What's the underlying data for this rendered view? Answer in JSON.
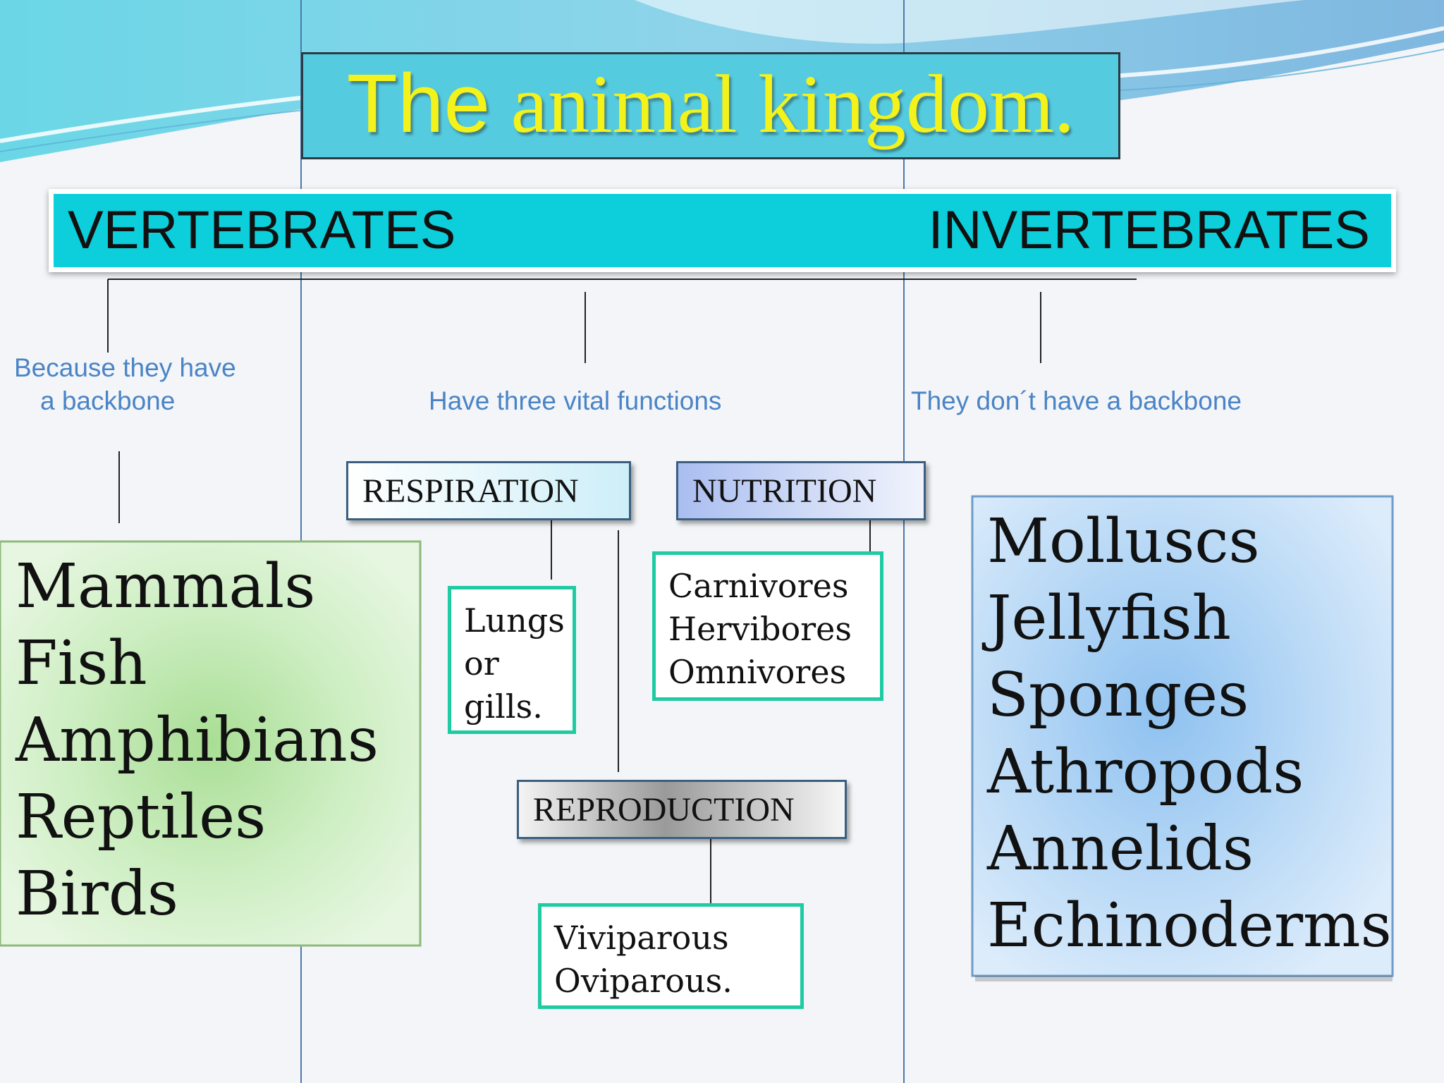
{
  "title": {
    "word1": "The",
    "rest": "animal kingdom."
  },
  "categories": {
    "left": "VERTEBRATES",
    "right": "INVERTEBRATES"
  },
  "notes": {
    "vertebrates_line1": "Because they have",
    "vertebrates_line2": "a backbone",
    "functions": "Have three vital functions",
    "invertebrates": "They don´t have a backbone"
  },
  "functions": {
    "respiration": "RESPIRATION",
    "nutrition": "NUTRITION",
    "reproduction": "REPRODUCTION"
  },
  "respiration_detail": [
    "Lungs",
    "or",
    "gills."
  ],
  "nutrition_detail": [
    "Carnivores",
    "Hervibores",
    "Omnivores"
  ],
  "reproduction_detail": [
    "Viviparous",
    "Oviparous."
  ],
  "vertebrate_groups": [
    "Mammals",
    "Fish",
    "Amphibians",
    "Reptiles",
    "Birds"
  ],
  "invertebrate_groups": [
    "Molluscs",
    "Jellyfish",
    "Sponges",
    "Athropods",
    "Annelids",
    "Echinoderms"
  ],
  "colors": {
    "title_fill": "#55cbe0",
    "title_text": "#f4f21b",
    "category_bar": "#0ccfdb",
    "note_text": "#4a84c6",
    "detail_border": "#1ecba3"
  }
}
